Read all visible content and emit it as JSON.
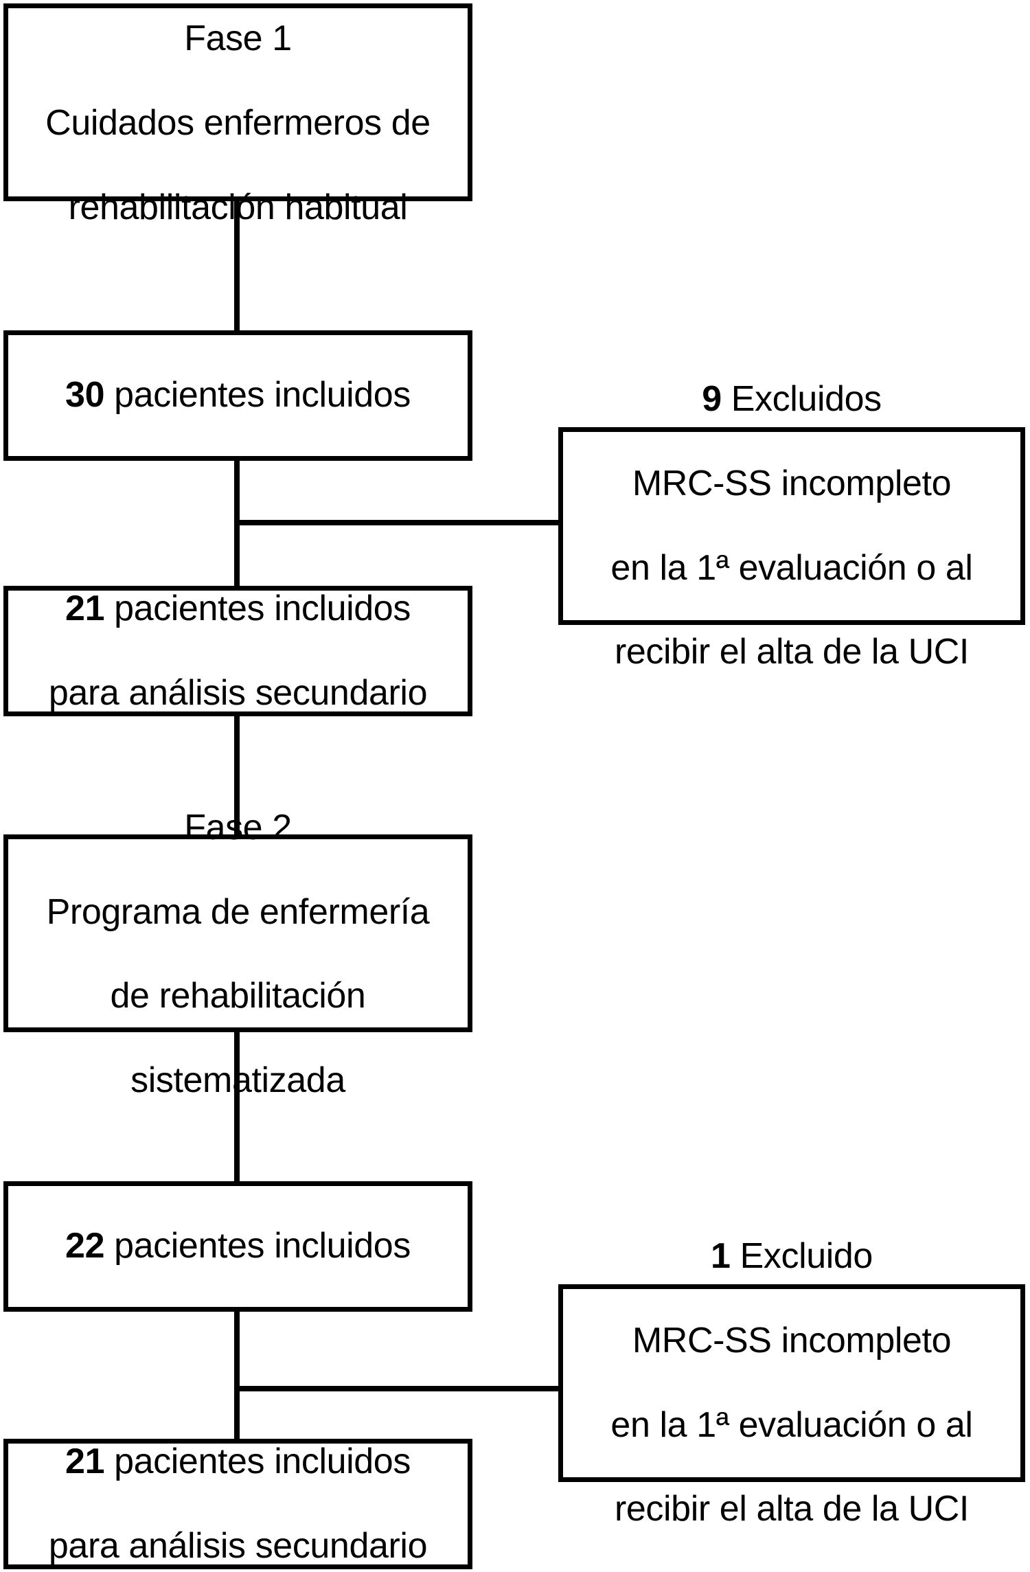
{
  "figure": {
    "type": "flowchart",
    "language": "es",
    "orientation": "vertical",
    "colors": {
      "stroke": "#000000",
      "fill": "#ffffff",
      "text": "#000000"
    }
  },
  "nodes": {
    "fase1": {
      "label": "Fase 1\nCuidados enfermeros de\nrehabilitación habitual",
      "line1": "Fase 1",
      "line2": "Cuidados enfermeros de",
      "line3": "rehabilitación habitual"
    },
    "incluidos_30": {
      "count": "30",
      "text": " pacientes incluidos",
      "full": "30 pacientes incluidos"
    },
    "excluidos_9": {
      "count": "9",
      "line1_rest": " Excluidos",
      "line2": "MRC-SS incompleto",
      "line3": "en la 1ª evaluación o al",
      "line4": "recibir el alta de la UCI",
      "full": "9 Excluidos MRC-SS incompleto en la 1ª evaluación o al recibir el alta de la UCI"
    },
    "incluidos_21_fase1": {
      "count": "21",
      "line1_rest": " pacientes incluidos",
      "line2": "para análisis secundario",
      "full": "21 pacientes incluidos para análisis secundario"
    },
    "fase2": {
      "label": "Fase 2\nPrograma de enfermería\nde rehabilitación\nsistematizada",
      "line1": "Fase 2",
      "line2": "Programa de enfermería",
      "line3": "de rehabilitación",
      "line4": "sistematizada"
    },
    "incluidos_22": {
      "count": "22",
      "text": " pacientes incluidos",
      "full": "22 pacientes incluidos"
    },
    "excluido_1": {
      "count": "1",
      "line1_rest": " Excluido",
      "line2": "MRC-SS incompleto",
      "line3": "en la 1ª evaluación o al",
      "line4": "recibir el alta de la UCI",
      "full": "1 Excluido MRC-SS incompleto en la 1ª evaluación o al recibir el alta de la UCI"
    },
    "incluidos_21_fase2": {
      "count": "21",
      "line1_rest": " pacientes incluidos",
      "line2": "para análisis secundario",
      "full": "21 pacientes incluidos para análisis secundario"
    }
  }
}
